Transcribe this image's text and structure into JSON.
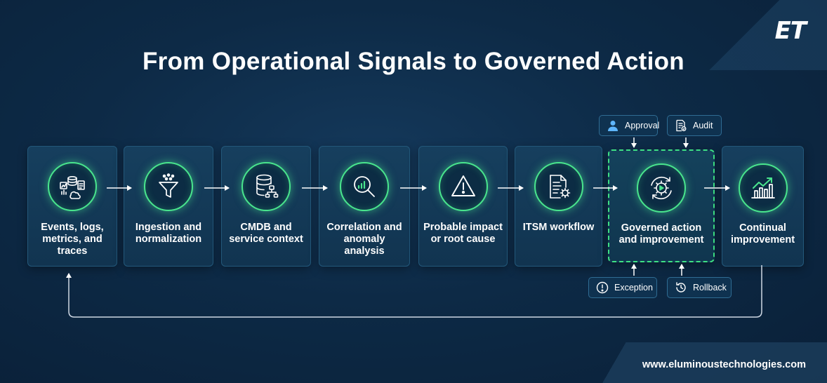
{
  "logo_text": "ET",
  "title": "From Operational Signals to Governed Action",
  "steps": [
    {
      "label": "Events, logs, metrics, and traces",
      "icon": "data-sources-icon"
    },
    {
      "label": "Ingestion and normalization",
      "icon": "funnel-icon"
    },
    {
      "label": "CMDB and service context",
      "icon": "database-icon"
    },
    {
      "label": "Correlation and anomaly analysis",
      "icon": "magnifier-chart-icon"
    },
    {
      "label": "Probable impact or root cause",
      "icon": "warning-icon"
    },
    {
      "label": "ITSM workflow",
      "icon": "workflow-document-icon"
    },
    {
      "label": "Governed action and improvement",
      "icon": "cycle-gear-icon"
    },
    {
      "label": "Continual improvement",
      "icon": "growth-chart-icon"
    }
  ],
  "controls": {
    "approval": "Approval",
    "audit": "Audit",
    "exception": "Exception",
    "rollback": "Rollback"
  },
  "website": "www.eluminoustechnologies.com",
  "colors": {
    "accent_green": "#49e58d",
    "background": "#0d2a46",
    "card": "#163f5e"
  }
}
